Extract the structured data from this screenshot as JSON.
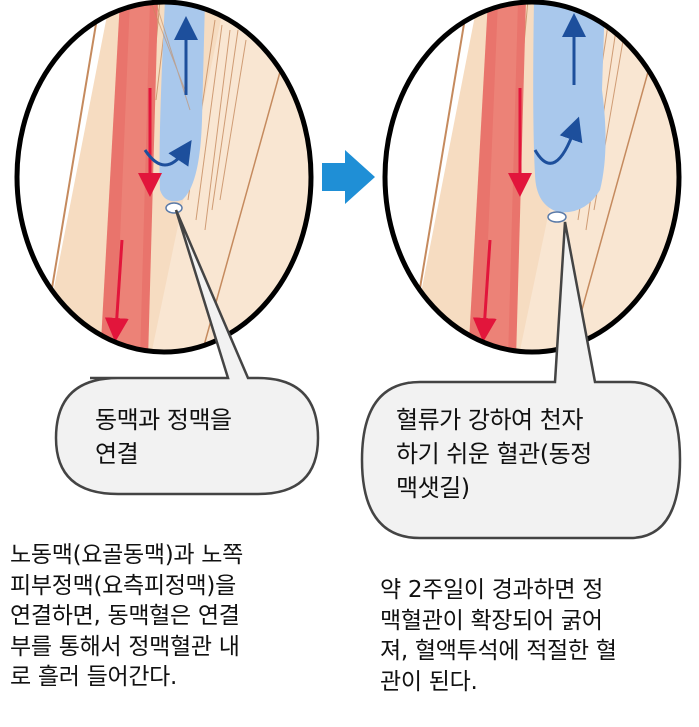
{
  "callouts": {
    "left": {
      "line1": "동맥과 정맥을",
      "line2": "연결"
    },
    "right": {
      "line1": "혈류가 강하여 천자",
      "line2": "하기 쉬운 혈관(동정",
      "line3": "맥샛길)"
    }
  },
  "captions": {
    "left": {
      "line1": "노동맥(요골동맥)과 노쪽",
      "line2": "피부정맥(요측피정맥)을",
      "line3": "연결하면, 동맥혈은 연결",
      "line4": "부를 통해서 정맥혈관 내",
      "line5": "로 흘러 들어간다."
    },
    "right": {
      "line1": "약 2주일이 경과하면 정",
      "line2": "맥혈관이 확장되어 굵어",
      "line3": "져, 혈액투석에 적절한 혈",
      "line4": "관이 된다."
    }
  },
  "colors": {
    "skin": "#f6dcc1",
    "artery": "#e9746c",
    "vein": "#a9c8ec",
    "red_arrow": "#e2153b",
    "blue_arrow": "#1d4f9c",
    "transition_arrow": "#1f8fd6"
  }
}
